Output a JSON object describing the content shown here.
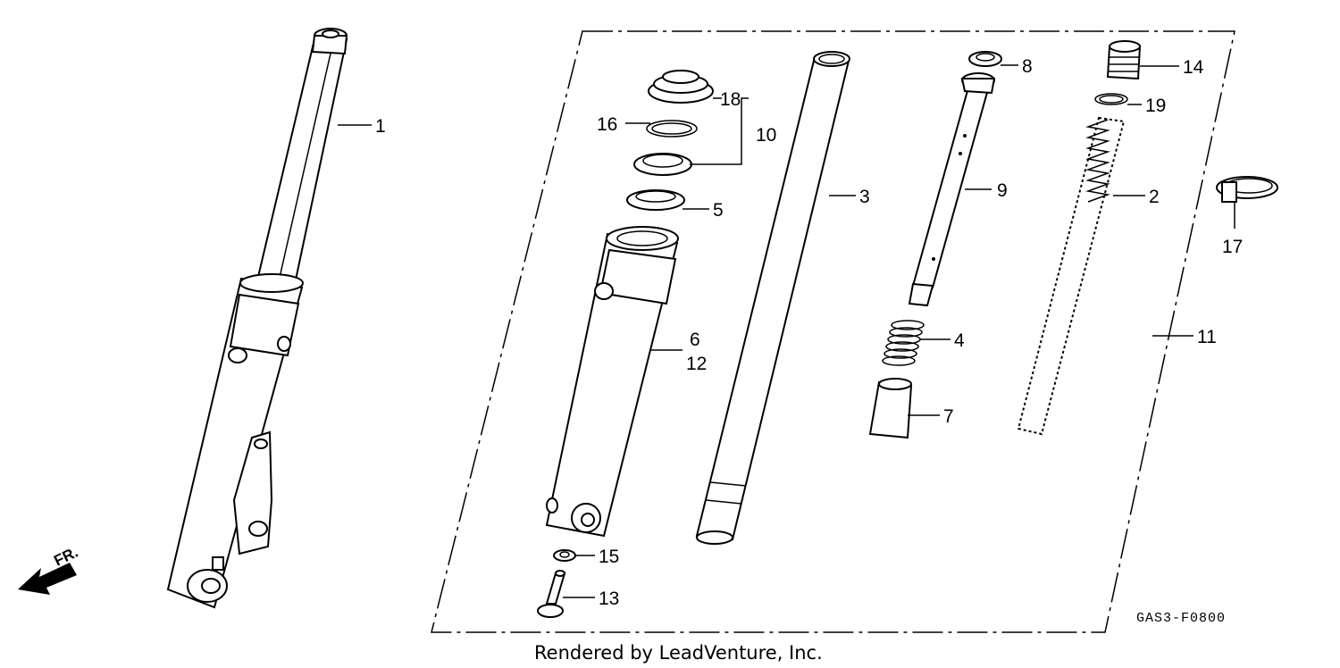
{
  "callouts": {
    "c1": "1",
    "c2": "2",
    "c3": "3",
    "c4": "4",
    "c5": "5",
    "c6": "6",
    "c7": "7",
    "c8": "8",
    "c9": "9",
    "c10": "10",
    "c11": "11",
    "c12": "12",
    "c13": "13",
    "c14": "14",
    "c15": "15",
    "c16": "16",
    "c17": "17",
    "c18": "18",
    "c19": "19"
  },
  "direction_label": "FR.",
  "diagram_code": "GAS3-F0800",
  "credit": "Rendered by LeadVenture, Inc."
}
